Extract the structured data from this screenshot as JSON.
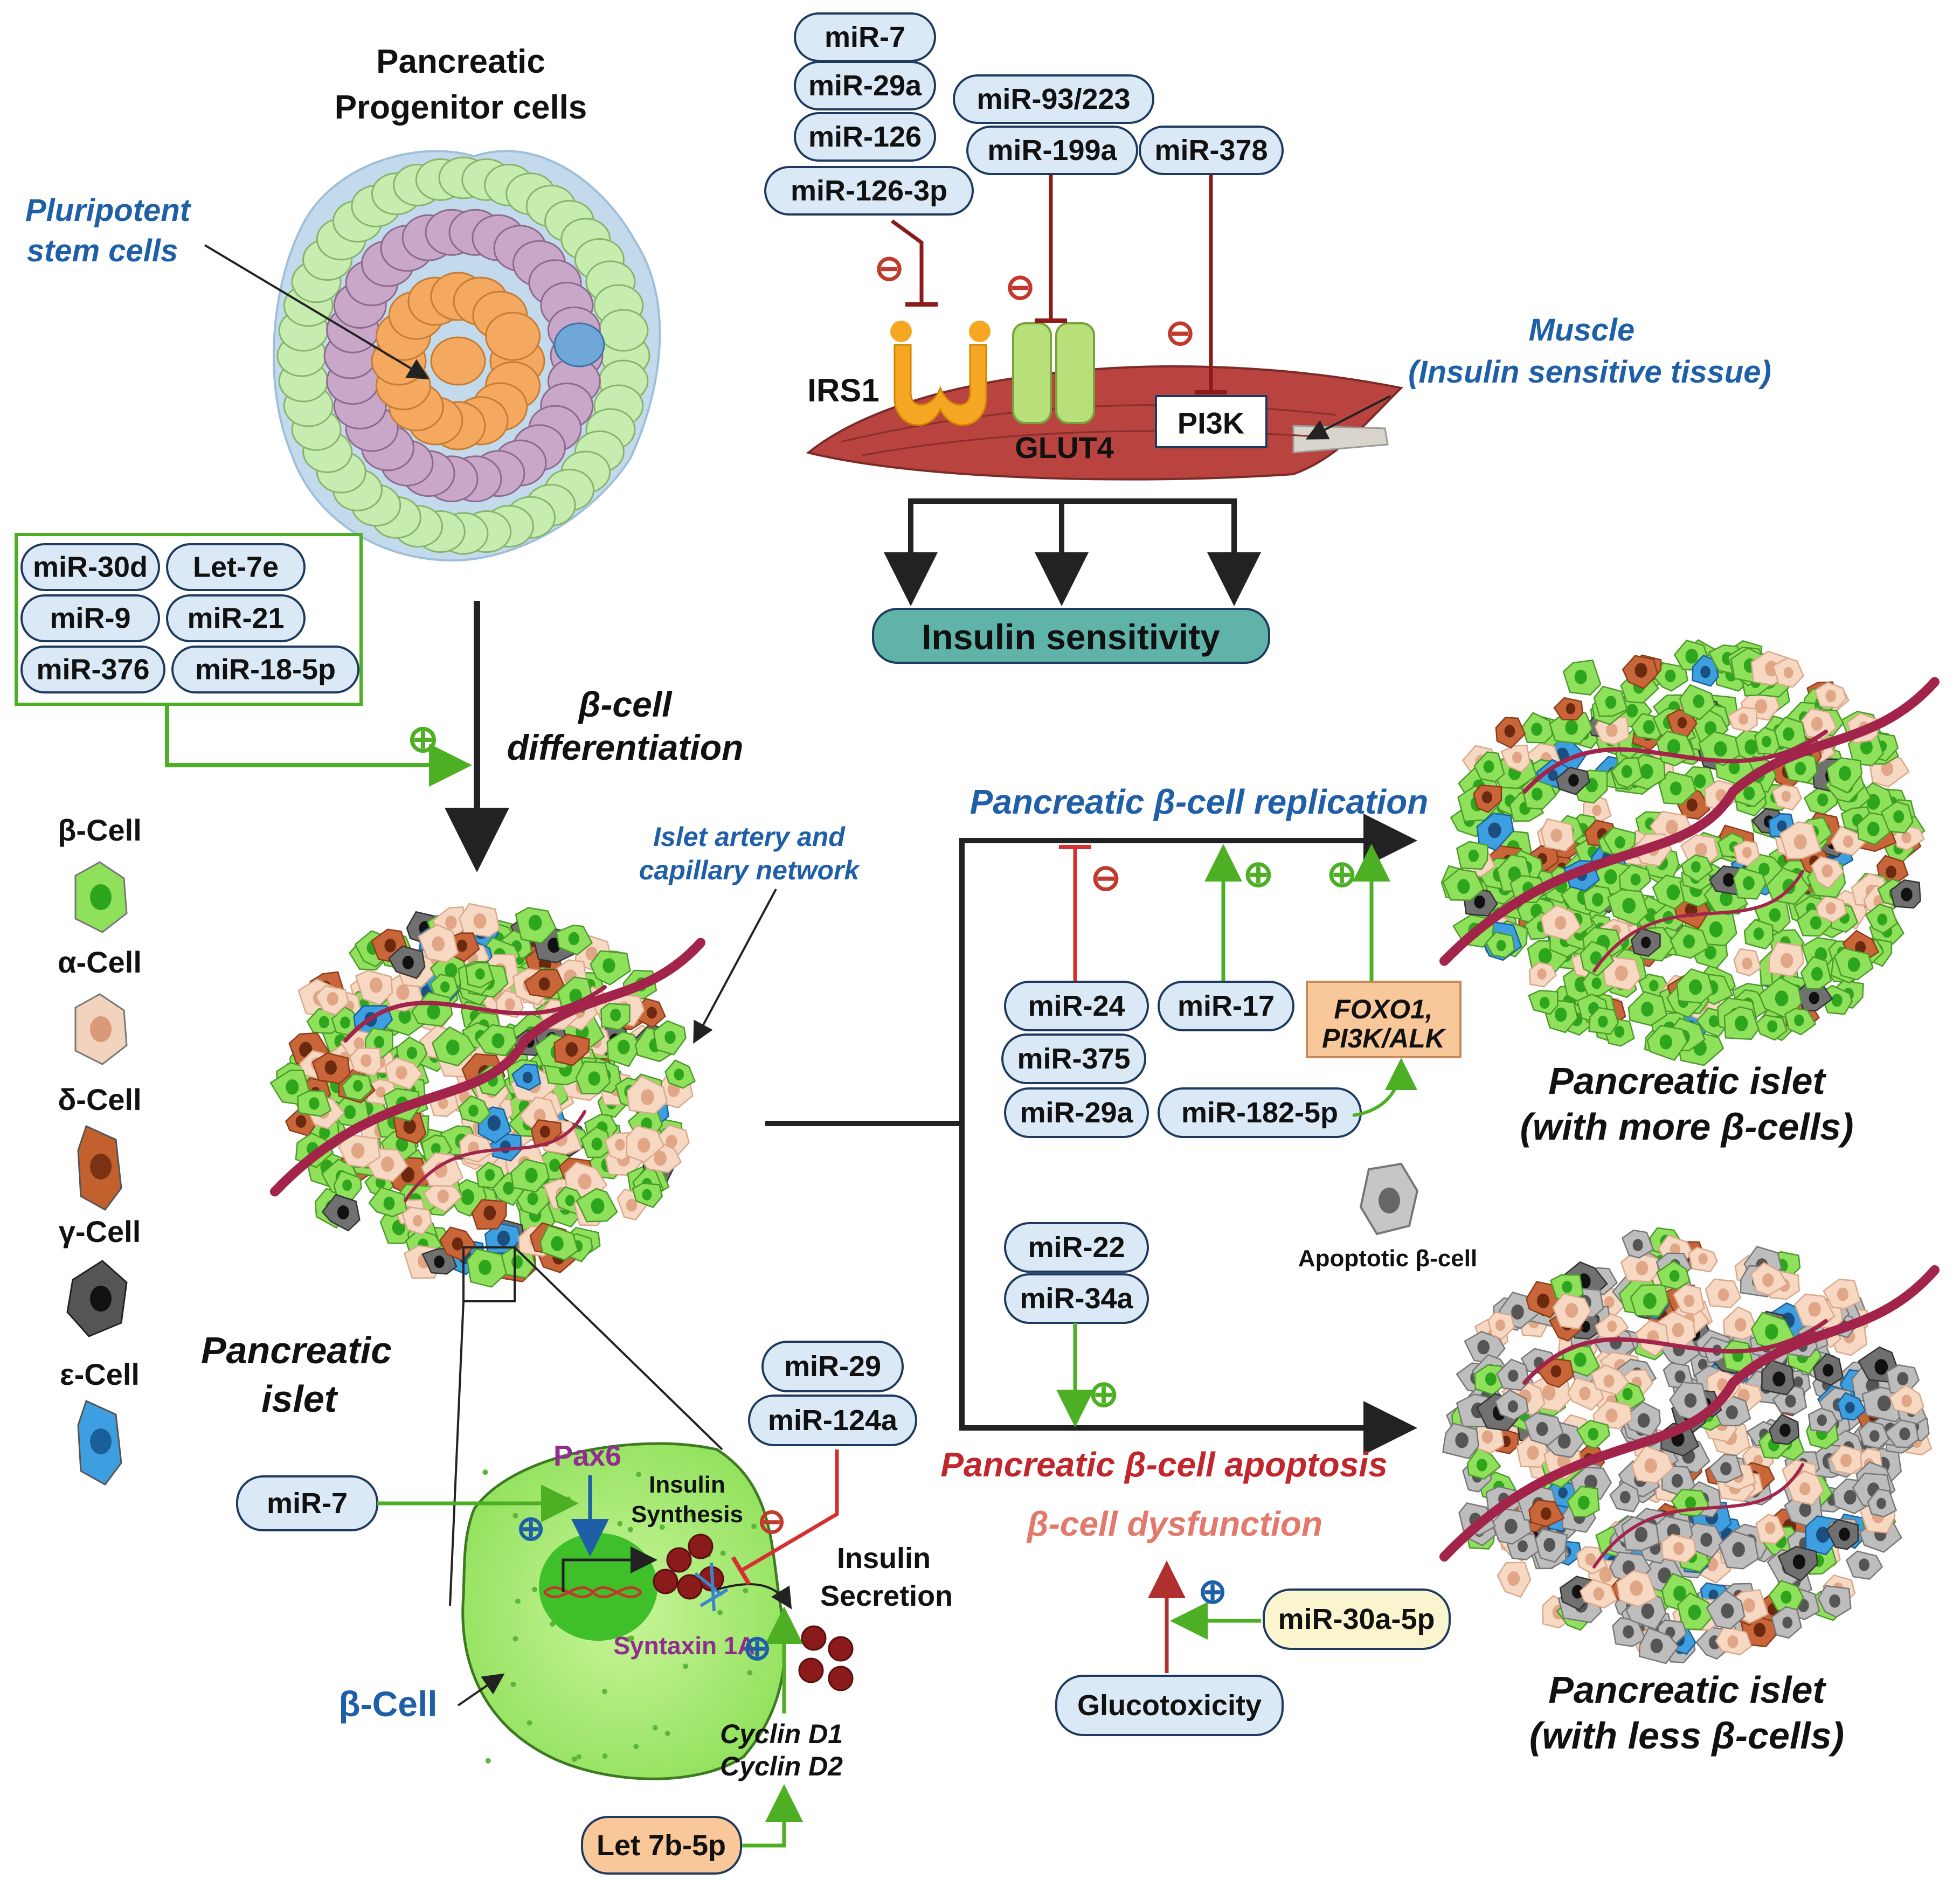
{
  "top": {
    "progenitor_title_1": "Pancreatic",
    "progenitor_title_2": "Progenitor cells",
    "pluripotent_1": "Pluripotent",
    "pluripotent_2": "stem cells"
  },
  "differentiation": {
    "mirnas": [
      "miR-30d",
      "Let-7e",
      "miR-9",
      "miR-21",
      "miR-376",
      "miR-18-5p"
    ],
    "label_1": "β-cell",
    "label_2": "differentiation",
    "plus": "⊕"
  },
  "muscle": {
    "irs1_mirnas": [
      "miR-7",
      "miR-29a",
      "miR-126",
      "miR-126-3p"
    ],
    "glut4_mirnas": [
      "miR-93/223",
      "miR-199a"
    ],
    "pi3k_mirnas": [
      "miR-378"
    ],
    "irs1": "IRS1",
    "glut4": "GLUT4",
    "pi3k": "PI3K",
    "minus": "⊖",
    "tissue_1": "Muscle",
    "tissue_2": "(Insulin sensitive tissue)",
    "outcome": "Insulin sensitivity"
  },
  "legend": {
    "cells": [
      "β-Cell",
      "α-Cell",
      "δ-Cell",
      "γ-Cell",
      "ε-Cell"
    ],
    "colors": [
      "#8fe05a",
      "#f3d3bd",
      "#c2602e",
      "#555555",
      "#3d9fe0"
    ]
  },
  "islet": {
    "artery_1": "Islet artery and",
    "artery_2": "capillary network",
    "label_1": "Pancreatic",
    "label_2": "islet"
  },
  "replication": {
    "title": "Pancreatic β-cell replication",
    "inhibitors": [
      "miR-24",
      "miR-375",
      "miR-29a"
    ],
    "promoter": "miR-17",
    "foxo_1": "FOXO1,",
    "foxo_2": "PI3K/ALK",
    "foxo_mirna": "miR-182-5p",
    "minus": "⊖",
    "plus": "⊕",
    "result_1": "Pancreatic islet",
    "result_2": "(with more β-cells)"
  },
  "apoptosis": {
    "mirnas": [
      "miR-22",
      "miR-34a"
    ],
    "plus": "⊕",
    "title": "Pancreatic β-cell apoptosis",
    "apoptotic_label": "Apoptotic β-cell",
    "dysfunction": "β-cell dysfunction",
    "dysfunction_mirna": "miR-30a-5p",
    "glucotoxicity": "Glucotoxicity",
    "result_1": "Pancreatic islet",
    "result_2": "(with less β-cells)"
  },
  "beta_cell": {
    "mir7": "miR-7",
    "pax6": "Pax6",
    "synthesis_1": "Insulin",
    "synthesis_2": "Synthesis",
    "syntaxin": "Syntaxin 1A",
    "secretion_1": "Insulin",
    "secretion_2": "Secretion",
    "inhib_mirnas": [
      "miR-29",
      "miR-124a"
    ],
    "cyclin_1": "Cyclin D1",
    "cyclin_2": "Cyclin D2",
    "let7b": "Let 7b-5p",
    "label": "β-Cell",
    "plus": "⊕",
    "minus": "⊖"
  }
}
